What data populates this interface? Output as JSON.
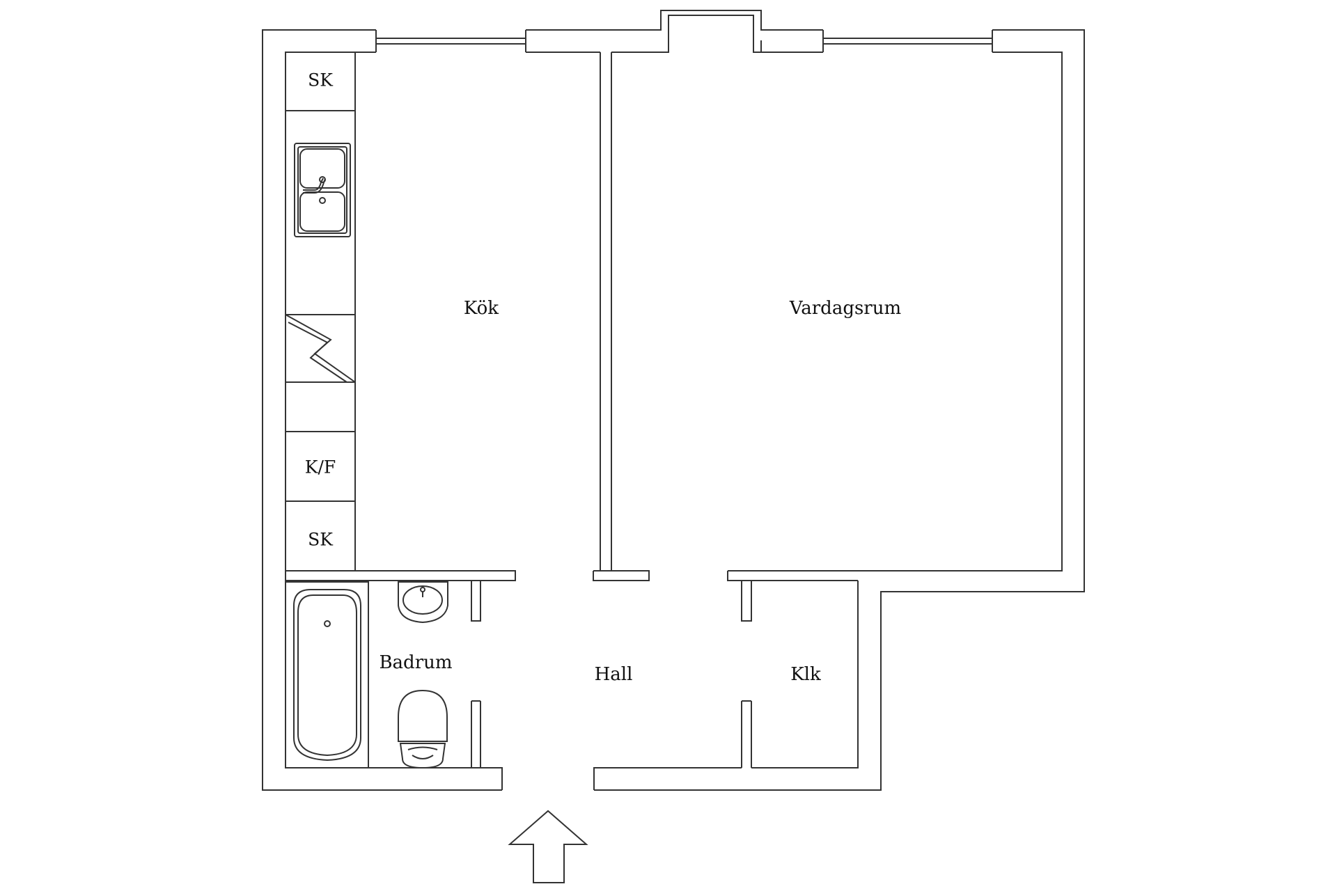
{
  "rooms": {
    "kitchen": "Kök",
    "living_room": "Vardagsrum",
    "bathroom": "Badrum",
    "hall": "Hall",
    "closet": "Klk"
  },
  "cabinets": {
    "top": "SK",
    "fridge_freezer": "K/F",
    "bottom": "SK"
  },
  "icons": {
    "sink": "double-sink-icon",
    "stove": "stove-icon",
    "bathtub": "bathtub-icon",
    "washbasin": "washbasin-icon",
    "toilet": "toilet-icon",
    "entrance": "entrance-arrow-icon"
  },
  "colors": {
    "line": "#333333",
    "background": "#ffffff"
  }
}
